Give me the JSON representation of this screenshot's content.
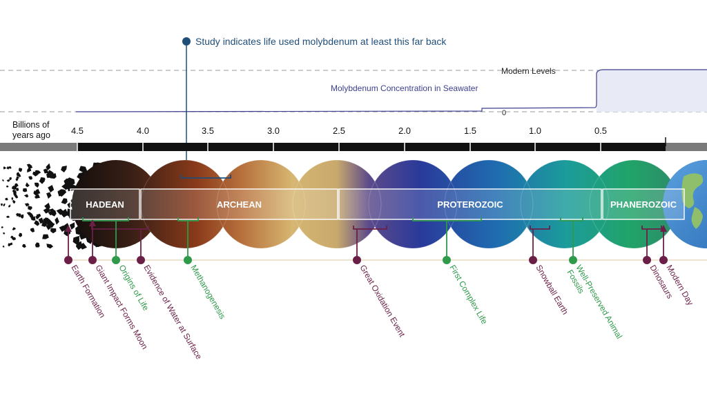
{
  "callout": {
    "text": "Study indicates life used molybdenum at least this far back",
    "color": "#1f4e79"
  },
  "concentration": {
    "top_label": "Modern Levels",
    "zero_label": "0",
    "series_label": "Molybdenum Concentration in Seawater",
    "color": "#3b3f8f"
  },
  "axis": {
    "title_line1": "Billions of",
    "title_line2": "years ago",
    "ticks": [
      "4.5",
      "4.0",
      "3.5",
      "3.0",
      "2.5",
      "2.0",
      "1.5",
      "1.0",
      "0.5"
    ]
  },
  "eons": [
    {
      "label": "HADEAN"
    },
    {
      "label": "ARCHEAN"
    },
    {
      "label": "PROTEROZOIC"
    },
    {
      "label": "PHANEROZOIC"
    }
  ],
  "events": [
    {
      "label": "Earth Formation",
      "color": "#6b1f47"
    },
    {
      "label": "Giant Impact Forms Moon",
      "color": "#6b1f47"
    },
    {
      "label": "Origins of Life",
      "color": "#2e9a4a"
    },
    {
      "label": "Evidence of Water at Surface",
      "color": "#6b1f47"
    },
    {
      "label": "Methanogenesis",
      "color": "#2e9a4a"
    },
    {
      "label": "Great Oxidation Event",
      "color": "#6b1f47"
    },
    {
      "label": "First Complex Life",
      "color": "#2e9a4a"
    },
    {
      "label": "Snowball Earth",
      "color": "#6b1f47"
    },
    {
      "label": "Well-Preserved Animal",
      "label2": "Fossils",
      "color": "#2e9a4a"
    },
    {
      "label": "Dinosaurs",
      "color": "#6b1f47"
    },
    {
      "label": "Modern Day",
      "color": "#6b1f47"
    }
  ]
}
